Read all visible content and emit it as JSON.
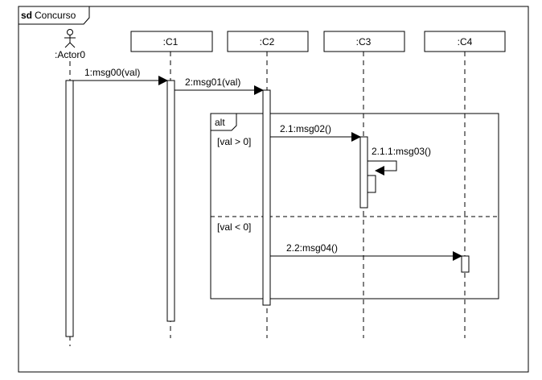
{
  "diagram": {
    "frame_keyword": "sd",
    "frame_name": "Concurso",
    "actor": {
      "name": ":Actor0"
    },
    "lifelines": [
      {
        "name": ":C1"
      },
      {
        "name": ":C2"
      },
      {
        "name": ":C3"
      },
      {
        "name": ":C4"
      }
    ],
    "messages": [
      {
        "label": "1:msg00(val)"
      },
      {
        "label": "2:msg01(val)"
      },
      {
        "label": "2.1:msg02()"
      },
      {
        "label": "2.1.1:msg03()"
      },
      {
        "label": "2.2:msg04()"
      }
    ],
    "fragment": {
      "operator": "alt",
      "guards": [
        "[val > 0]",
        "[val < 0]"
      ]
    }
  }
}
